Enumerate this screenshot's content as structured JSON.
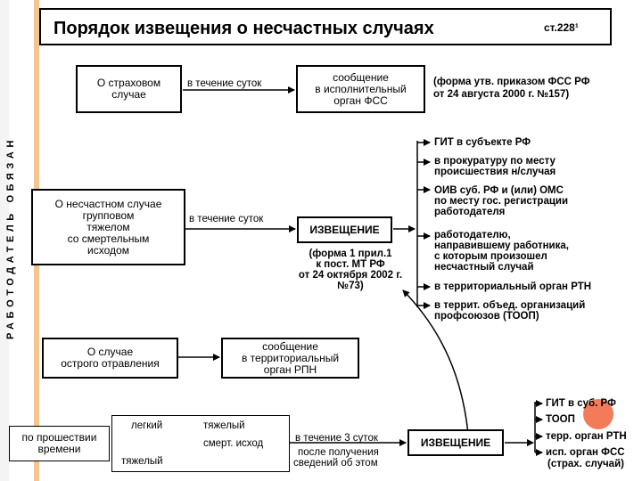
{
  "title": "Порядок извещения о несчастных случаях",
  "article": "ст.228¹",
  "side_label": "РАБОТОДАТЕЛЬ ОБЯЗАН",
  "row1": {
    "case": "О страховом случае",
    "term": "в течение суток",
    "message": [
      "сообщение",
      "в исполнительный",
      "орган ФСС"
    ],
    "form_note": [
      "(форма утв. приказом ФСС РФ",
      "от 24 августа 2000 г. №157)"
    ]
  },
  "row2": {
    "case": [
      "О несчастном случае",
      "групповом",
      "тяжелом",
      "со смертельным",
      "исходом"
    ],
    "term": "в течение суток",
    "notice": "ИЗВЕЩЕНИЕ",
    "form_note": [
      "(форма 1 прил.1",
      "к пост. МТ РФ",
      "от 24 октября 2002 г.",
      "№73)"
    ],
    "recipients": [
      [
        "ГИТ в субъекте РФ"
      ],
      [
        "в прокуратуру по месту",
        "происшествия н/случая"
      ],
      [
        "ОИВ суб. РФ и (или) ОМС",
        "по месту гос. регистрации",
        "работодателя"
      ],
      [
        "работодателю,",
        "направившему работника,",
        "с которым произошел",
        "несчастный случай"
      ],
      [
        "в территориальный орган РТН"
      ],
      [
        "в террит. объед. организаций",
        "профсоюзов (ТООП)"
      ]
    ]
  },
  "row3": {
    "case": [
      "О случае",
      "острого отравления"
    ],
    "message": [
      "сообщение",
      "в территориальный",
      "орган РПН"
    ]
  },
  "row4": {
    "after_time": [
      "по прошествии",
      "времени"
    ],
    "light": "легкий",
    "severe_right": "тяжелый",
    "fatal": "смерт. исход",
    "severe_bottom": "тяжелый",
    "term": "в течение 3 суток",
    "after_receipt": [
      "после получения",
      "сведений об этом"
    ],
    "notice": "ИЗВЕЩЕНИЕ",
    "recipients": [
      "ГИТ в суб. РФ",
      "ТООП",
      "терр. орган РТН",
      "исп. орган ФСС",
      "(страх. случай)"
    ]
  }
}
